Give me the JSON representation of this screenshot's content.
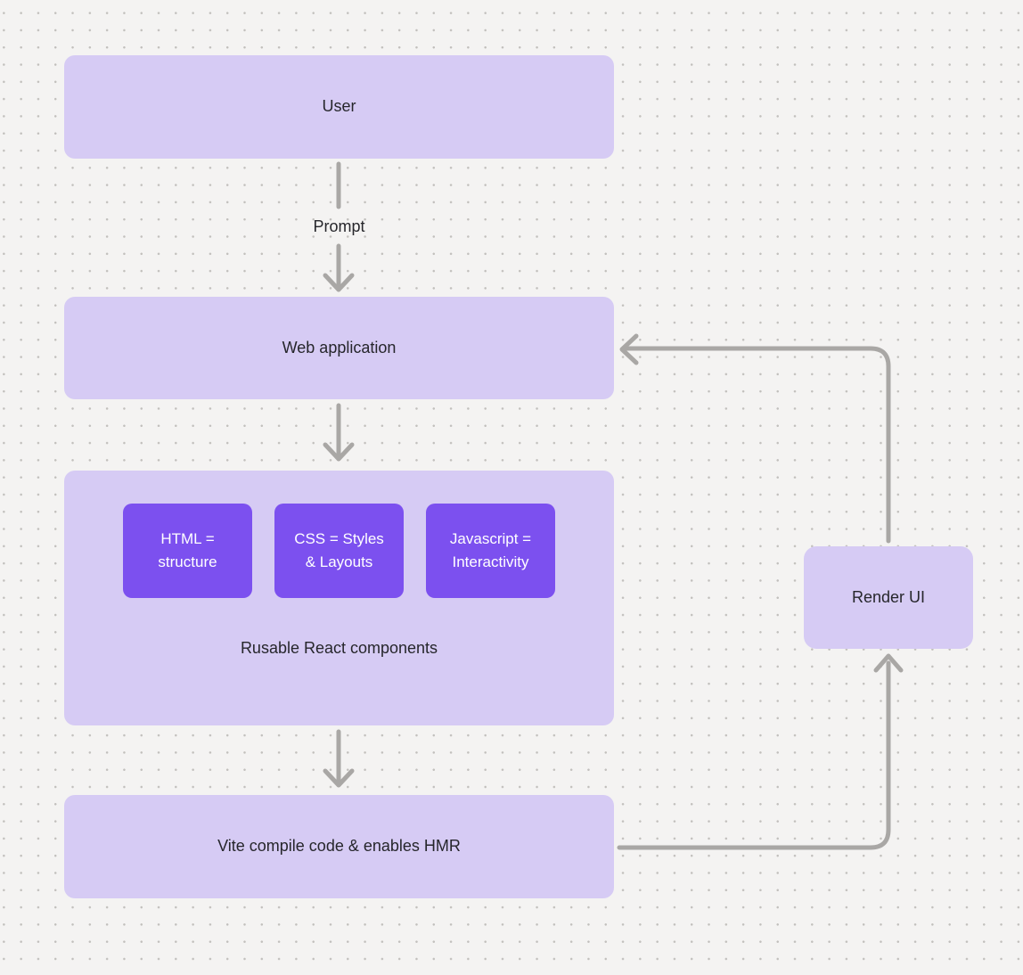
{
  "colors": {
    "bg": "#f4f3f2",
    "dot": "#c2c0bd",
    "box_light": "#d6cbf4",
    "box_accent": "#7c50ef",
    "arrow": "#a9a7a5",
    "ink": "#26262b",
    "ink_light": "#ffffff"
  },
  "nodes": {
    "user": {
      "label": "User"
    },
    "web_application": {
      "label": "Web application"
    },
    "components_group": {
      "label": "Rusable React components",
      "children": [
        {
          "lines": [
            "HTML =",
            "structure"
          ]
        },
        {
          "lines": [
            "CSS = Styles",
            "& Layouts"
          ]
        },
        {
          "lines": [
            "Javascript =",
            "Interactivity"
          ]
        }
      ]
    },
    "vite": {
      "label": "Vite compile code & enables HMR"
    },
    "render_ui": {
      "label": "Render UI"
    }
  },
  "edges": {
    "prompt_label": "Prompt"
  }
}
